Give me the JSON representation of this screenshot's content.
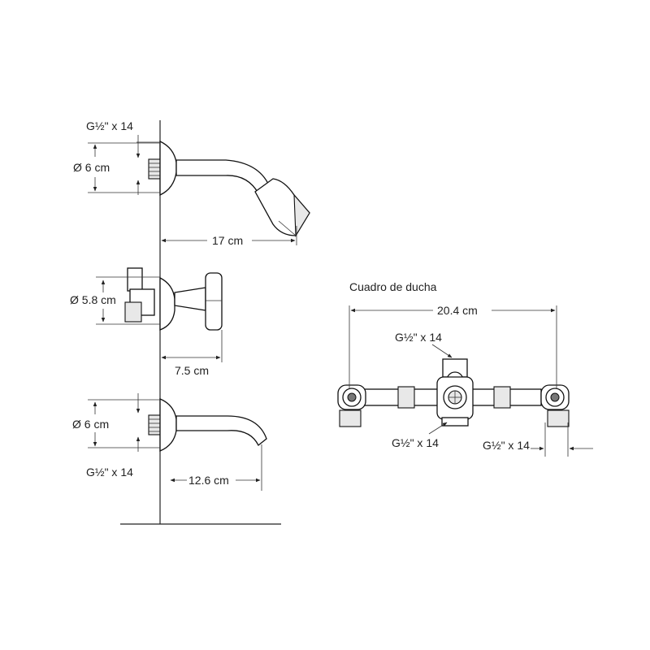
{
  "shower_head": {
    "thread_label": "G½\" x 14",
    "diameter_label": "Ø 6 cm",
    "projection_label": "17 cm"
  },
  "valve_handle": {
    "diameter_label": "Ø 5.8 cm",
    "projection_label": "7.5 cm"
  },
  "tub_spout": {
    "diameter_label": "Ø 6 cm",
    "thread_label": "G½\" x 14",
    "projection_label": "12.6 cm"
  },
  "shower_block": {
    "title": "Cuadro de ducha",
    "width_label": "20.4 cm",
    "top_thread_label": "G½\" x 14",
    "bottom_thread_label": "G½\" x 14",
    "right_thread_label": "G½\" x 14"
  }
}
